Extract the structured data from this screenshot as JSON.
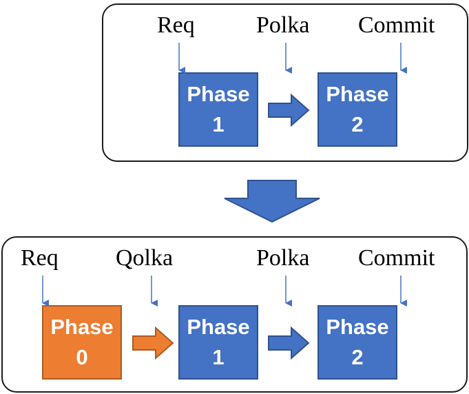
{
  "top": {
    "labels": [
      "Req",
      "Polka",
      "Commit"
    ],
    "phases": [
      {
        "word": "Phase",
        "num": "1"
      },
      {
        "word": "Phase",
        "num": "2"
      }
    ]
  },
  "bottom": {
    "labels": [
      "Req",
      "Qolka",
      "Polka",
      "Commit"
    ],
    "phases": [
      {
        "word": "Phase",
        "num": "0"
      },
      {
        "word": "Phase",
        "num": "1"
      },
      {
        "word": "Phase",
        "num": "2"
      }
    ]
  },
  "colors": {
    "blue": "#4472c4",
    "orange": "#ed7d31",
    "pointer": "#4472c4"
  }
}
